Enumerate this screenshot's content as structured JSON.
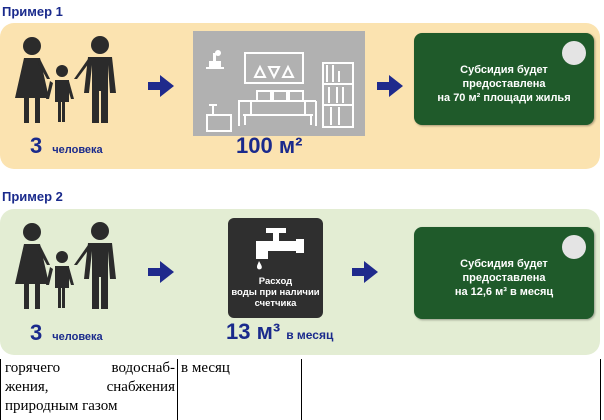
{
  "example1": {
    "title": "Пример 1",
    "people_count": "3",
    "people_word": "человека",
    "area": "100 м²",
    "result": [
      "Субсидия будет",
      "предоставлена",
      "на 70 м² площади жилья"
    ]
  },
  "example2": {
    "title": "Пример 2",
    "people_count": "3",
    "people_word": "человека",
    "tap_label": [
      "Расход",
      "воды при наличии",
      "счетчика"
    ],
    "volume": "13 м³",
    "volume_unit": "в месяц",
    "result": [
      "Субсидия будет",
      "предоставлена",
      "на 12,6 м³ в месяц"
    ]
  },
  "table": {
    "col1_lines": [
      "горячего водоснаб-",
      "жения, снабжения",
      "природным газом"
    ],
    "col2": "в месяц"
  },
  "colors": {
    "title": "#1a2a8c",
    "panel1": "#fbe3b0",
    "panel2": "#e3edd3",
    "result_box": "#1f5a2a",
    "arrow": "#1f2a8c"
  },
  "icons": [
    "family-icon",
    "arrow-right-icon",
    "living-room-icon",
    "water-tap-icon"
  ]
}
